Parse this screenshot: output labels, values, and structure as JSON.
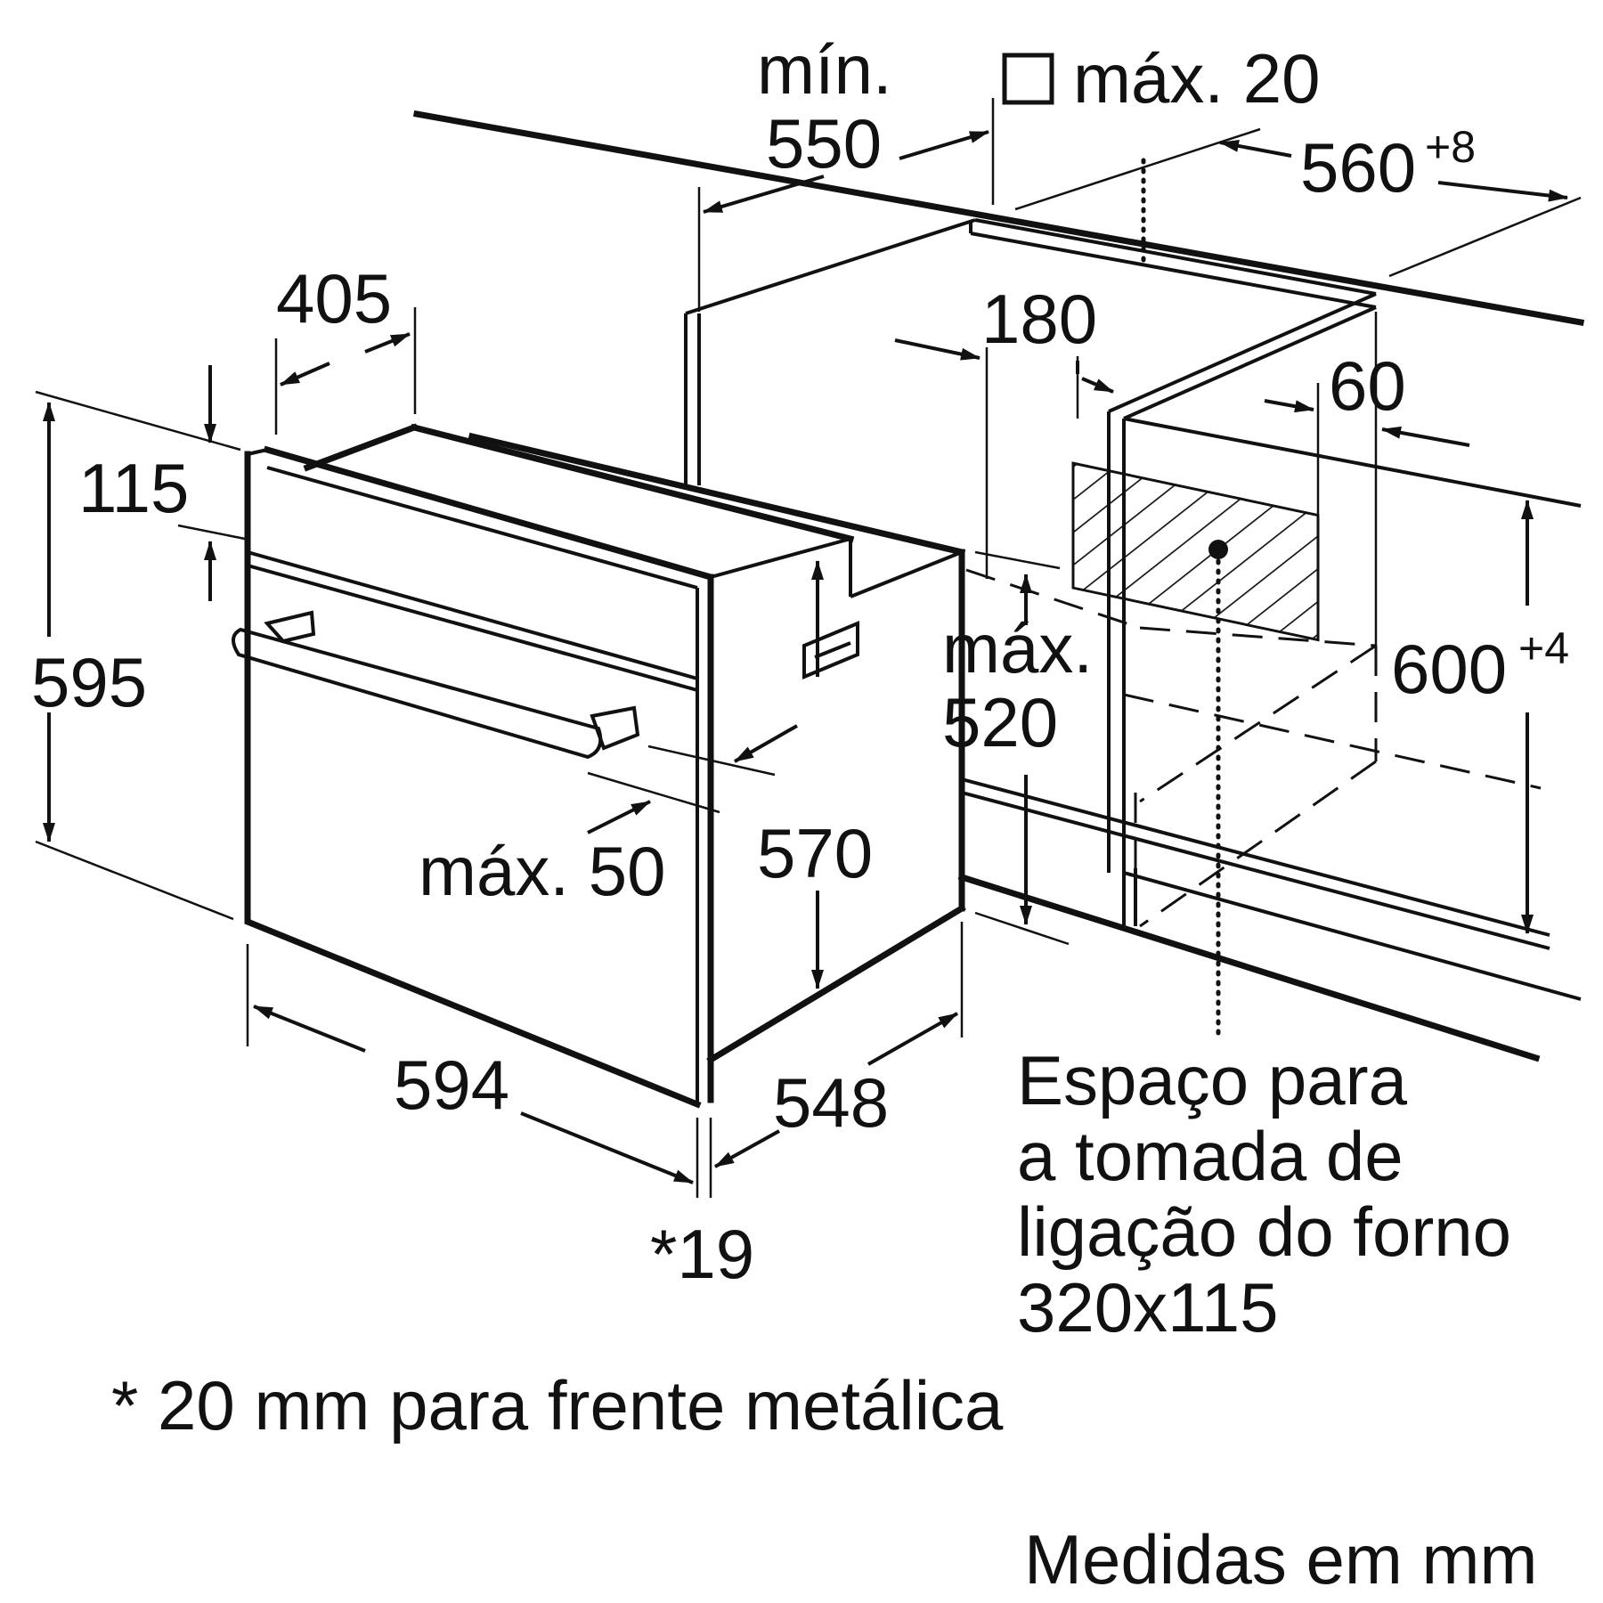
{
  "dimensions": {
    "min_label": "mín.",
    "min_value": "550",
    "max20": "máx. 20",
    "width_560": "560",
    "width_560_tol": "+8",
    "d405": "405",
    "d180": "180",
    "d60": "60",
    "d115": "115",
    "d595": "595",
    "height_600": "600",
    "height_600_tol": "+4",
    "max_label": "máx.",
    "max_520": "520",
    "d570": "570",
    "max50": "máx. 50",
    "d594": "594",
    "d548": "548",
    "d19": "*19"
  },
  "notes": {
    "socket_line1": "Espaço para",
    "socket_line2": "a tomada de",
    "socket_line3": "ligação do forno",
    "socket_line4": "320x115",
    "footnote": "* 20 mm para frente metálica",
    "units": "Medidas em mm"
  }
}
